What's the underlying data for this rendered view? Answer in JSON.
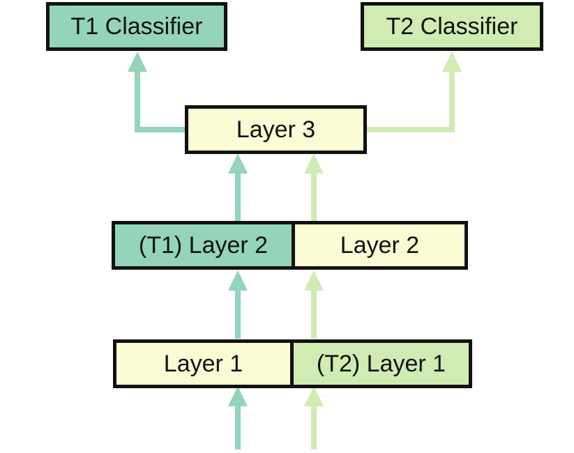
{
  "colors": {
    "t1": "#94d4bb",
    "t2": "#d0ecb3",
    "shared": "#fbfbd4",
    "border": "#111111",
    "arrow_t1": "#94d4bb",
    "arrow_t2": "#d0ecb3"
  },
  "nodes": {
    "t1_classifier": "T1 Classifier",
    "t2_classifier": "T2 Classifier",
    "layer3": "Layer 3",
    "layer2_t1": "(T1) Layer 2",
    "layer2_shared": "Layer 2",
    "layer1_shared": "Layer 1",
    "layer1_t2": "(T2) Layer 1"
  }
}
